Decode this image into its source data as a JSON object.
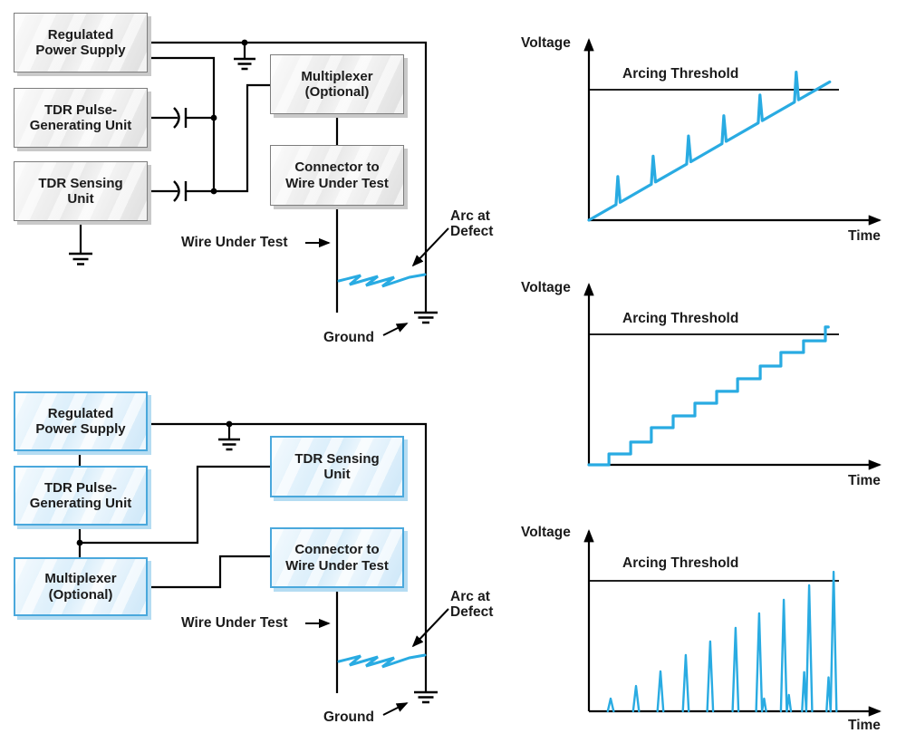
{
  "colors": {
    "accent": "#29abe2",
    "wire": "#000000",
    "text": "#1b1b1b",
    "gray_box_border": "#7d7d7d",
    "blue_box_border": "#4aa8dc"
  },
  "labels": {
    "voltage": "Voltage",
    "time": "Time",
    "arcing_threshold": "Arcing Threshold",
    "wire_under_test": "Wire Under Test",
    "arc_at_line1": "Arc at",
    "arc_at_line2": "Defect",
    "ground": "Ground"
  },
  "diagram_top": {
    "style": "gray",
    "boxes": [
      {
        "id": "regulated-power-supply",
        "lines": [
          "Regulated",
          "Power Supply"
        ]
      },
      {
        "id": "tdr-pulse-generating-unit",
        "lines": [
          "TDR Pulse-",
          "Generating Unit"
        ]
      },
      {
        "id": "tdr-sensing-unit",
        "lines": [
          "TDR Sensing",
          "Unit"
        ]
      },
      {
        "id": "multiplexer",
        "lines": [
          "Multiplexer",
          "(Optional)"
        ]
      },
      {
        "id": "connector-to-wire-under-test",
        "lines": [
          "Connector to",
          "Wire Under Test"
        ]
      }
    ]
  },
  "diagram_bottom": {
    "style": "blue",
    "boxes": [
      {
        "id": "regulated-power-supply",
        "lines": [
          "Regulated",
          "Power Supply"
        ]
      },
      {
        "id": "tdr-pulse-generating-unit",
        "lines": [
          "TDR Pulse-",
          "Generating Unit"
        ]
      },
      {
        "id": "multiplexer",
        "lines": [
          "Multiplexer",
          "(Optional)"
        ]
      },
      {
        "id": "tdr-sensing-unit",
        "lines": [
          "TDR Sensing",
          "Unit"
        ]
      },
      {
        "id": "connector-to-wire-under-test",
        "lines": [
          "Connector to",
          "Wire Under Test"
        ]
      }
    ]
  },
  "chart_data": [
    {
      "type": "line",
      "subtype": "ramp_with_tdr_pulses",
      "title": "",
      "xlabel": "Time",
      "ylabel": "Voltage",
      "threshold_label": "Arcing Threshold",
      "threshold_value": 100,
      "x_range": [
        0,
        100
      ],
      "y_range": [
        0,
        150
      ],
      "grid": false,
      "points": [
        [
          0,
          0
        ],
        [
          9.2,
          11.9
        ],
        [
          9.8,
          33.4
        ],
        [
          10.6,
          13.7
        ],
        [
          21.2,
          27.5
        ],
        [
          21.8,
          49
        ],
        [
          22.6,
          29.3
        ],
        [
          33.2,
          43
        ],
        [
          33.8,
          64.5
        ],
        [
          34.6,
          44.8
        ],
        [
          45.2,
          58.6
        ],
        [
          45.8,
          80.1
        ],
        [
          46.6,
          60.4
        ],
        [
          57.5,
          74.5
        ],
        [
          58.1,
          96
        ],
        [
          58.9,
          76.3
        ],
        [
          69.8,
          90.5
        ],
        [
          70.4,
          113.5
        ],
        [
          71.2,
          92.3
        ],
        [
          81.8,
          106
        ]
      ]
    },
    {
      "type": "line",
      "subtype": "staircase",
      "title": "",
      "xlabel": "Time",
      "ylabel": "Voltage",
      "threshold_label": "Arcing Threshold",
      "threshold_value": 100,
      "x_range": [
        0,
        100
      ],
      "y_range": [
        0,
        150
      ],
      "grid": false,
      "points": [
        [
          0,
          0
        ],
        [
          6.8,
          0
        ],
        [
          6.8,
          8.3
        ],
        [
          14.2,
          8.3
        ],
        [
          14.2,
          17.4
        ],
        [
          21.2,
          17.4
        ],
        [
          21.2,
          28.5
        ],
        [
          28.6,
          28.5
        ],
        [
          28.6,
          37.5
        ],
        [
          36,
          37.5
        ],
        [
          36,
          47.2
        ],
        [
          43.4,
          47.2
        ],
        [
          43.4,
          56.3
        ],
        [
          50.5,
          56.3
        ],
        [
          50.5,
          66
        ],
        [
          58.2,
          66
        ],
        [
          58.2,
          75.7
        ],
        [
          65.2,
          75.7
        ],
        [
          65.2,
          86.1
        ],
        [
          72.9,
          86.1
        ],
        [
          72.9,
          95.1
        ],
        [
          80.3,
          95.1
        ],
        [
          80.3,
          105.6
        ],
        [
          81.3,
          105.6
        ]
      ]
    },
    {
      "type": "line",
      "subtype": "discrete_pulses",
      "title": "",
      "xlabel": "Time",
      "ylabel": "Voltage",
      "threshold_label": "Arcing Threshold",
      "threshold_value": 100,
      "x_range": [
        0,
        100
      ],
      "y_range": [
        0,
        150
      ],
      "grid": false,
      "pulses": [
        {
          "x": 7.4,
          "h": 9.7
        },
        {
          "x": 16,
          "h": 19.4
        },
        {
          "x": 24.3,
          "h": 30.6
        },
        {
          "x": 32.9,
          "h": 43.1
        },
        {
          "x": 41.2,
          "h": 53.5
        },
        {
          "x": 49.8,
          "h": 63.9
        },
        {
          "x": 57.8,
          "h": 75,
          "companion": {
            "dx": 1.7,
            "h": 9.7
          }
        },
        {
          "x": 66.2,
          "h": 85.4,
          "companion": {
            "dx": 1.7,
            "h": 12.5
          }
        },
        {
          "x": 74.8,
          "h": 96.5,
          "companion": {
            "dx": -1.7,
            "h": 30
          }
        },
        {
          "x": 83.1,
          "h": 106.9,
          "companion": {
            "dx": -1.7,
            "h": 26
          }
        }
      ]
    }
  ]
}
